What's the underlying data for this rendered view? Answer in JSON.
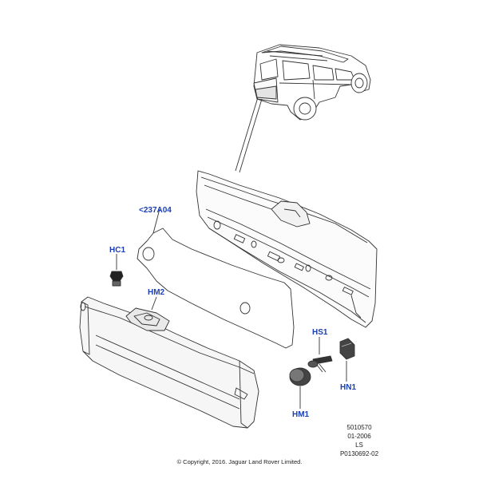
{
  "callouts": {
    "c237a04": "<237A04",
    "hc1": "HC1",
    "hm2": "HM2",
    "hs1": "HS1",
    "hn1": "HN1",
    "hm1": "HM1"
  },
  "reference": {
    "number": "5010570",
    "date": "01-2006",
    "code": "LS",
    "part": "P0130692-02"
  },
  "copyright": "© Copyright, 2016. Jaguar Land Rover Limited.",
  "colors": {
    "callout": "#1a3fb5",
    "line": "#333333",
    "panel_fill": "#f4f4f4"
  }
}
